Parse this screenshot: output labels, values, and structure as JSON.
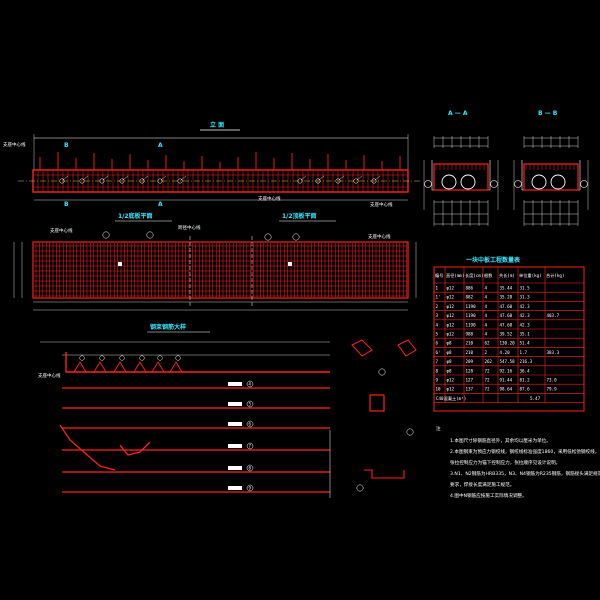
{
  "drawing": {
    "bg": "#000000",
    "red": "#ff2020",
    "white": "#ffffff",
    "cyan": "#37e7ff",
    "yellow": "#ffff40",
    "green": "#30ff30"
  },
  "elevation": {
    "title": "立 面",
    "section_marks": [
      "B",
      "A",
      "B",
      "A"
    ],
    "left_label": "支座中心线",
    "bottom_label": "支座中心线",
    "right_label": "支座中心线"
  },
  "plan": {
    "left_title": "1/2底板平面",
    "right_title": "1/2顶板平面",
    "left_label": "支座中心线",
    "mid_label": "跨径中心线",
    "right_label": "支座中心线"
  },
  "detail": {
    "title": "钢束钢筋大样",
    "left_label": "支座中心线",
    "bar_markers": [
      "1",
      "2",
      "3",
      "4",
      "5",
      "6",
      "7",
      "8",
      "9"
    ]
  },
  "sections": {
    "aa_title": "A — A",
    "bb_title": "B — B"
  },
  "quantity_table": {
    "title": "一块中板工程数量表",
    "headers": [
      "编号",
      "直径(mm)",
      "长度(cm)",
      "根数",
      "共长(m)",
      "单位重(kg)",
      "合计(kg)"
    ],
    "rows": [
      [
        "1",
        "φ12",
        "886",
        "4",
        "35.44",
        "31.5",
        ""
      ],
      [
        "1'",
        "φ12",
        "882",
        "4",
        "35.28",
        "31.3",
        ""
      ],
      [
        "2",
        "φ12",
        "1190",
        "4",
        "47.60",
        "42.3",
        ""
      ],
      [
        "3",
        "φ12",
        "1190",
        "4",
        "47.60",
        "42.3",
        "403.7"
      ],
      [
        "4",
        "φ12",
        "1190",
        "4",
        "47.60",
        "42.3",
        ""
      ],
      [
        "5",
        "φ12",
        "988",
        "4",
        "39.52",
        "35.1",
        ""
      ],
      [
        "6",
        "φ8",
        "210",
        "62",
        "130.20",
        "51.4",
        ""
      ],
      [
        "6'",
        "φ8",
        "210",
        "2",
        "4.20",
        "1.7",
        "383.3"
      ],
      [
        "7",
        "φ8",
        "209",
        "262",
        "547.58",
        "216.3",
        ""
      ],
      [
        "8",
        "φ8",
        "128",
        "72",
        "92.16",
        "36.4",
        ""
      ],
      [
        "9",
        "φ12",
        "127",
        "72",
        "91.44",
        "81.2",
        "73.0"
      ],
      [
        "10",
        "φ12",
        "137",
        "72",
        "98.64",
        "87.6",
        "79.9"
      ]
    ],
    "footer_label": "C40混凝土(m³)",
    "footer_value": "5.47"
  },
  "notes": {
    "heading": "注",
    "lines": [
      "1.本图尺寸除钢筋直径外，其余均以厘米为单位。",
      "2.本图钢束为预应力钢绞线，钢绞线标准强度1860，采用低松弛钢绞线，",
      "  张拉控制应力为锚下控制应力，张拉顺序见设计说明。",
      "3.N1、N2钢筋为HRB335，N3、N4钢筋为R235钢筋，钢筋接头满足规范",
      "  要求，焊接长度满足施工规范。",
      "4.图中N钢筋应按施工实际情况调整。"
    ]
  }
}
